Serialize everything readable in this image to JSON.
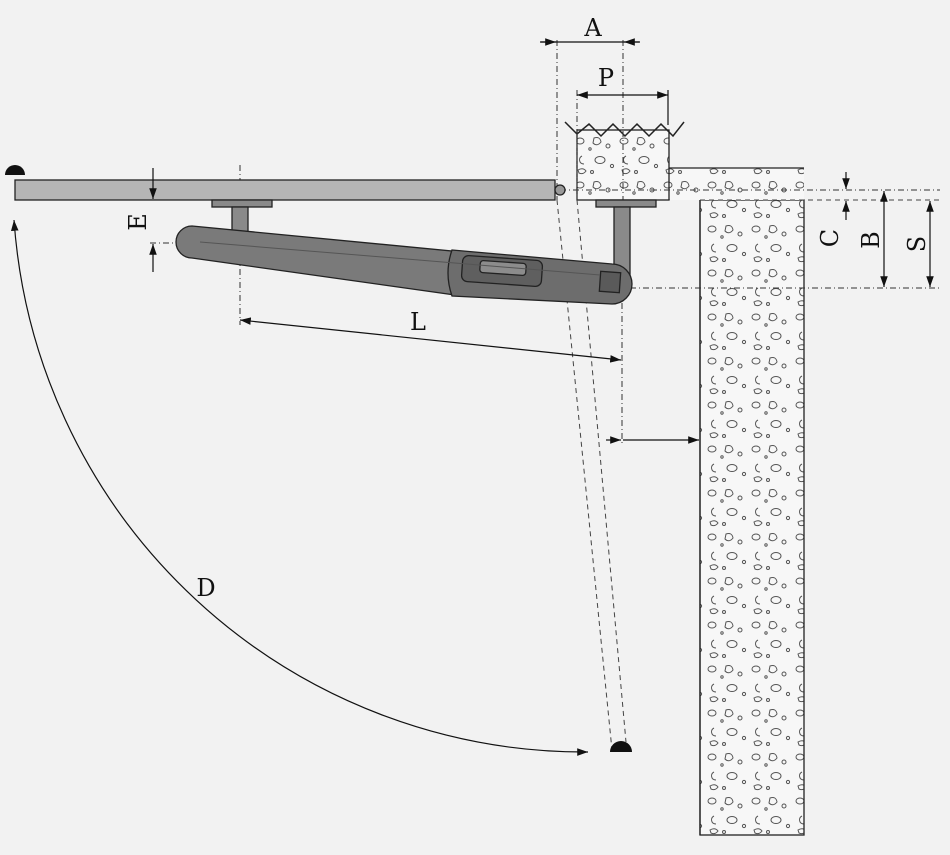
{
  "diagram": {
    "labels": {
      "A": "A",
      "P": "P",
      "C": "C",
      "B": "B",
      "S": "S",
      "E": "E",
      "L": "L",
      "D": "D"
    },
    "colors": {
      "background": "#f2f2f2",
      "gate_leaf": "#b5b5b5",
      "actuator_body": "#7a7a7a",
      "bracket": "#8a8a8a",
      "masonry": "#f7f7f7",
      "lines": "#111111"
    }
  }
}
